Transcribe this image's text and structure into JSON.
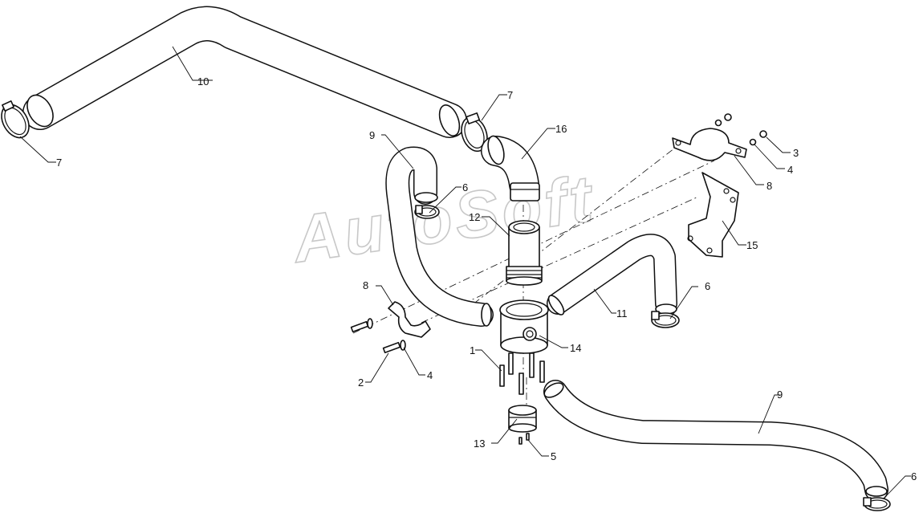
{
  "watermark": "AutoSoft",
  "callouts": [
    {
      "id": "c10",
      "text": "10"
    },
    {
      "id": "c7a",
      "text": "7"
    },
    {
      "id": "c7b",
      "text": "7"
    },
    {
      "id": "c9a",
      "text": "9"
    },
    {
      "id": "c16",
      "text": "16"
    },
    {
      "id": "c6a",
      "text": "6"
    },
    {
      "id": "c12",
      "text": "12"
    },
    {
      "id": "c3",
      "text": "3"
    },
    {
      "id": "c4a",
      "text": "4"
    },
    {
      "id": "c8a",
      "text": "8"
    },
    {
      "id": "c15",
      "text": "15"
    },
    {
      "id": "c8b",
      "text": "8"
    },
    {
      "id": "c6b",
      "text": "6"
    },
    {
      "id": "c11",
      "text": "11"
    },
    {
      "id": "c14",
      "text": "14"
    },
    {
      "id": "c1",
      "text": "1"
    },
    {
      "id": "c2",
      "text": "2"
    },
    {
      "id": "c4b",
      "text": "4"
    },
    {
      "id": "c9b",
      "text": "9"
    },
    {
      "id": "c13",
      "text": "13"
    },
    {
      "id": "c5",
      "text": "5"
    },
    {
      "id": "c6c",
      "text": "6"
    }
  ]
}
